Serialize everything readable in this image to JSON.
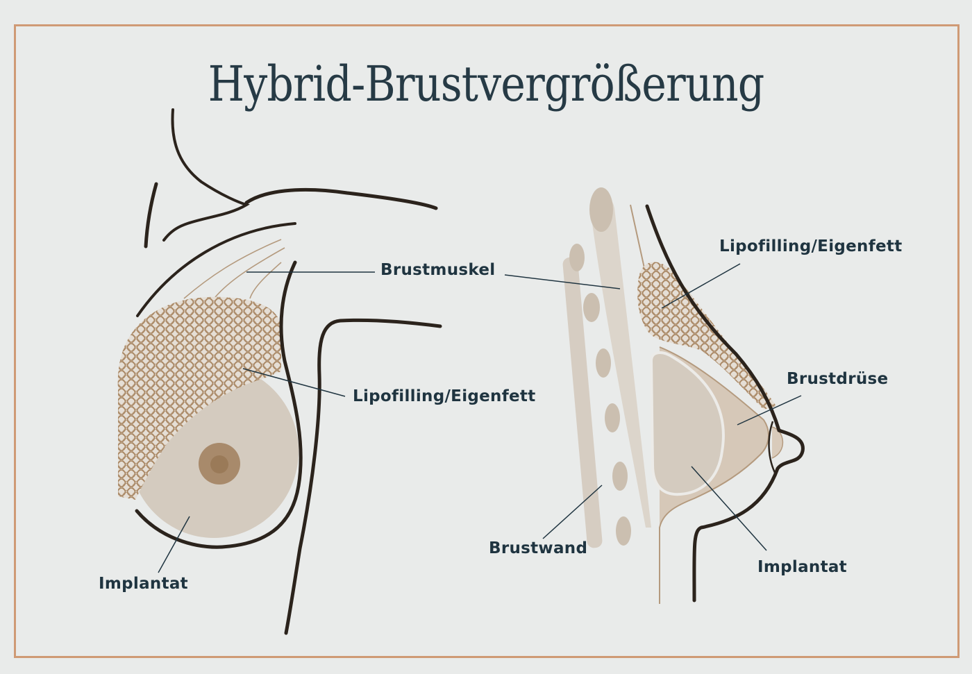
{
  "title": "Hybrid-Brustvergrößerung",
  "colors": {
    "background": "#e9ebea",
    "frame": "#cf9a75",
    "title": "#263a45",
    "label": "#1f3440",
    "outline": "#2b231c",
    "implant": "#d4cbbf",
    "fat": "#a88662",
    "areola": "#a88a6b",
    "nipple": "#9a7a58"
  },
  "front_view": {
    "labels": {
      "muscle": "Brustmuskel",
      "fat": "Lipofilling/Eigenfett",
      "implant": "Implantat"
    }
  },
  "side_view": {
    "labels": {
      "fat": "Lipofilling/Eigenfett",
      "gland": "Brustdrüse",
      "chest_wall": "Brustwand",
      "implant": "Implantat"
    }
  }
}
